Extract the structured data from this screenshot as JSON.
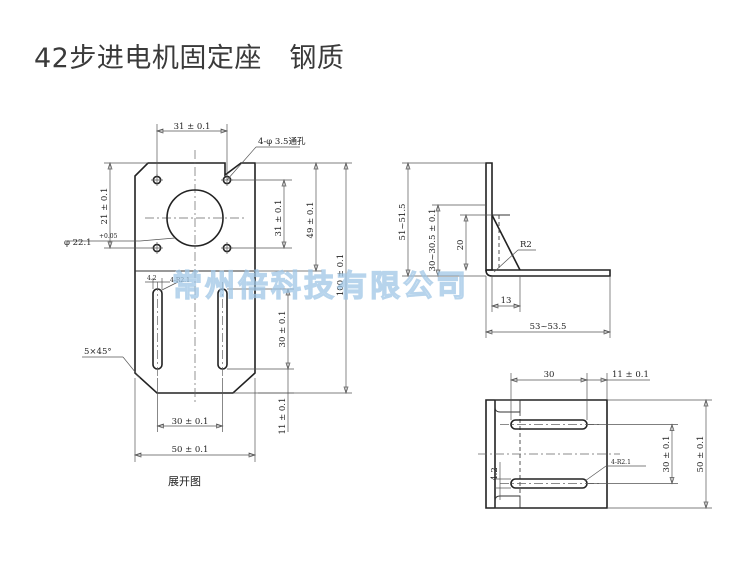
{
  "title": "42步进电机固定座　钢质",
  "labels": {
    "flat_pattern": "展开图",
    "watermark": "常州倍科技有限公司"
  },
  "dims": {
    "top_width": "31 ± 0.1",
    "hole_spec": "4-φ 3.5通孔",
    "hole_vertical": "21 ± 0.1",
    "hole_pitch_v": "31 ± 0.1",
    "top_height": "49 ± 0.1",
    "total_height": "100 ± 0.1",
    "bore_dia": "φ 22.1",
    "bore_tol": "+0.05",
    "slot_width": "4.2",
    "slot_radius": "4-R2.1",
    "chamfer": "5×45°",
    "slot_length": "30 ± 0.1",
    "slot_pitch": "30 ± 0.1",
    "bottom_offset": "11 ± 0.1",
    "total_width": "50 ± 0.1",
    "side_height": "51~51.5",
    "side_lower": "30~30.5 ± 0.1",
    "rib_height": "20",
    "bend_radius": "R2",
    "rib_length": "13",
    "side_length": "53~53.5",
    "plan_slot_len": "30",
    "plan_offset": "11 ± 0.1",
    "plan_slot_pitch": "30 ± 0.1",
    "plan_width": "50 ± 0.1",
    "plan_slot_w": "4.2",
    "plan_slot_r": "4-R2.1"
  }
}
